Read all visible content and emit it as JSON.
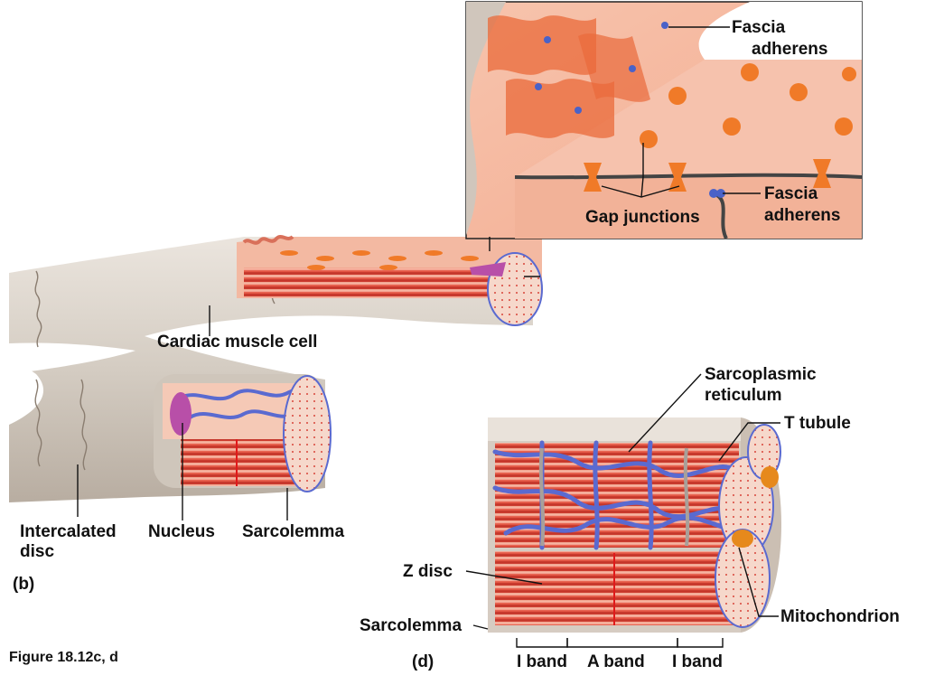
{
  "labels": {
    "fascia_top": [
      "Fascia",
      "adherens"
    ],
    "fascia_bottom": [
      "Fascia",
      "adherens"
    ],
    "gap_junctions": "Gap junctions",
    "cardiac_muscle_cell": "Cardiac muscle cell",
    "intercalated_disc": [
      "Intercalated",
      "disc"
    ],
    "nucleus": "Nucleus",
    "sarcolemma_b": "Sarcolemma",
    "panel_b": "(b)",
    "sarcoplasmic_reticulum": [
      "Sarcoplasmic",
      "reticulum"
    ],
    "t_tubule": "T tubule",
    "z_disc": "Z disc",
    "mitochondrion": "Mitochondrion",
    "sarcolemma_d": "Sarcolemma",
    "panel_d": "(d)",
    "i_band_left": "I band",
    "a_band": "A band",
    "i_band_right": "I band",
    "figure_caption": "Figure 18.12c, d"
  },
  "colors": {
    "muscle_red": "#e0443a",
    "cell_salmon": "#f2a58c",
    "sr_blue": "#5a6ad0",
    "gap_orange": "#f07a28",
    "sheath_gray": "#d9d0c6",
    "nucleus_purple": "#b84fa8"
  }
}
